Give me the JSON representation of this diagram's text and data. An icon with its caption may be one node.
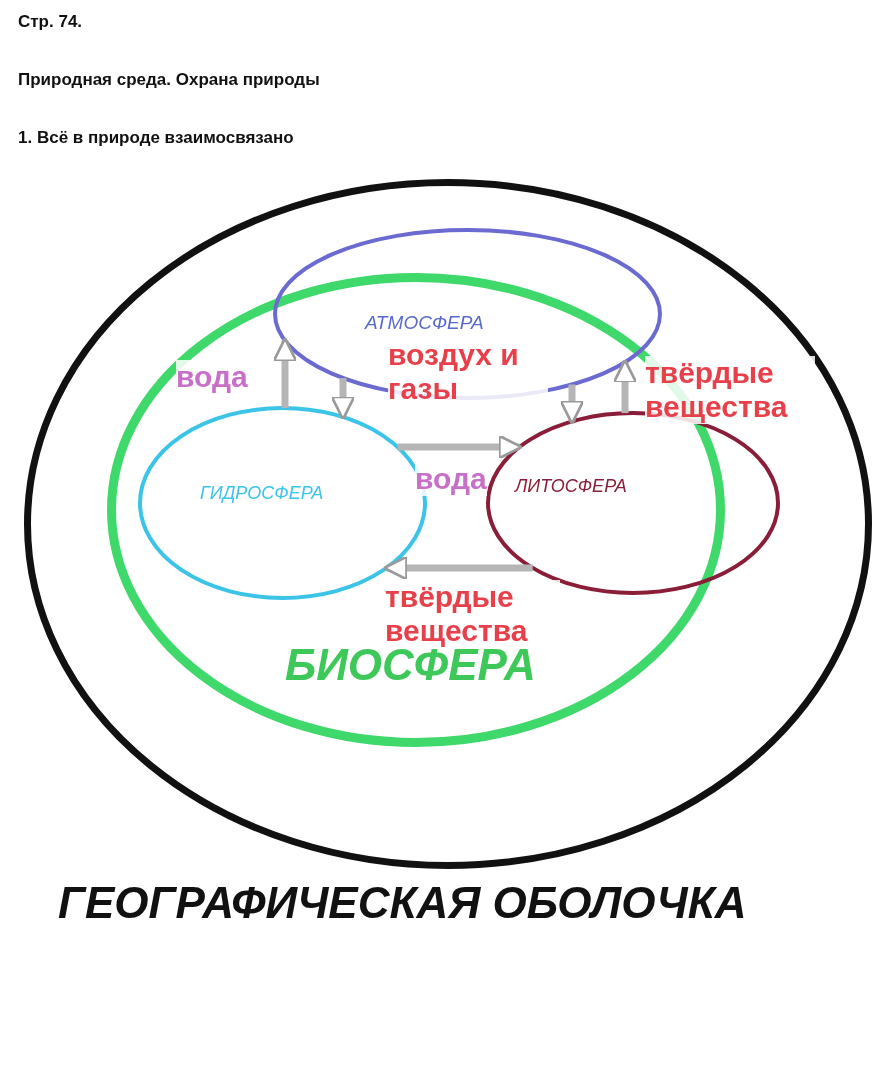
{
  "diagram": {
    "title": "Природная среда. Охрана природы",
    "nodes": [
      {
        "text": [
          "ГЕОГРАФИЧЕСКАЯ ОБОЛОЧКА"
        ]
      },
      {
        "text": [
          "БИОСФЕРА"
        ],
        "in": 0
      },
      {
        "text": [
          "АТМОСФЕРА"
        ],
        "in": 0
      },
      {
        "text": [
          "ГИДРОСФЕРА"
        ],
        "in": 1
      },
      {
        "text": [
          "ЛИТОСФЕРА"
        ],
        "in": 0
      }
    ],
    "edges": [
      {
        "from": 3,
        "to": 2,
        "arrow": "to",
        "label": "вода"
      },
      {
        "from": 2,
        "to": 3,
        "arrow": "to",
        "label": "воздух и газы"
      },
      {
        "from": 2,
        "to": 4,
        "arrow": "to"
      },
      {
        "from": 4,
        "to": 2,
        "arrow": "to",
        "label": "твёрдые вещества"
      },
      {
        "from": 3,
        "to": 4,
        "arrow": "to",
        "label": "вода"
      },
      {
        "from": 4,
        "to": 3,
        "arrow": "to",
        "label": "твёрдые вещества"
      }
    ],
    "labels": [
      "Стр. 74.",
      "1. Всё в природе взаимосвязано"
    ]
  }
}
